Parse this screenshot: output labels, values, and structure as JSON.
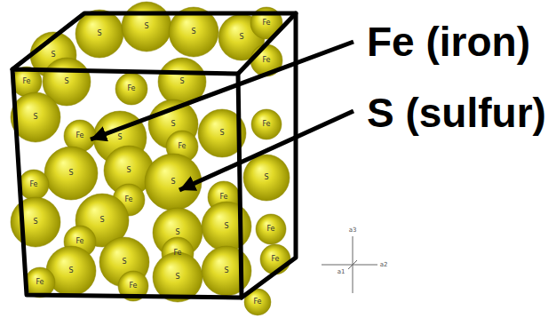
{
  "diagram": {
    "labels": [
      "S",
      "S",
      "S",
      "S",
      "S",
      "Fe",
      "Fe",
      "Fe",
      "S",
      "Fe",
      "S",
      "S",
      "S",
      "Fe",
      "S",
      "S",
      "Fe",
      "Fe",
      "S",
      "Fe",
      "S",
      "S",
      "S",
      "Fe",
      "Fe",
      "S",
      "S",
      "S",
      "S",
      "Fe",
      "Fe",
      "Fe",
      "S",
      "S",
      "S",
      "Fe",
      "S",
      "Fe",
      "Fe",
      "Fe",
      "Fe (iron)",
      "S (sulfur)",
      "a3",
      "a2",
      "a1"
    ]
  }
}
